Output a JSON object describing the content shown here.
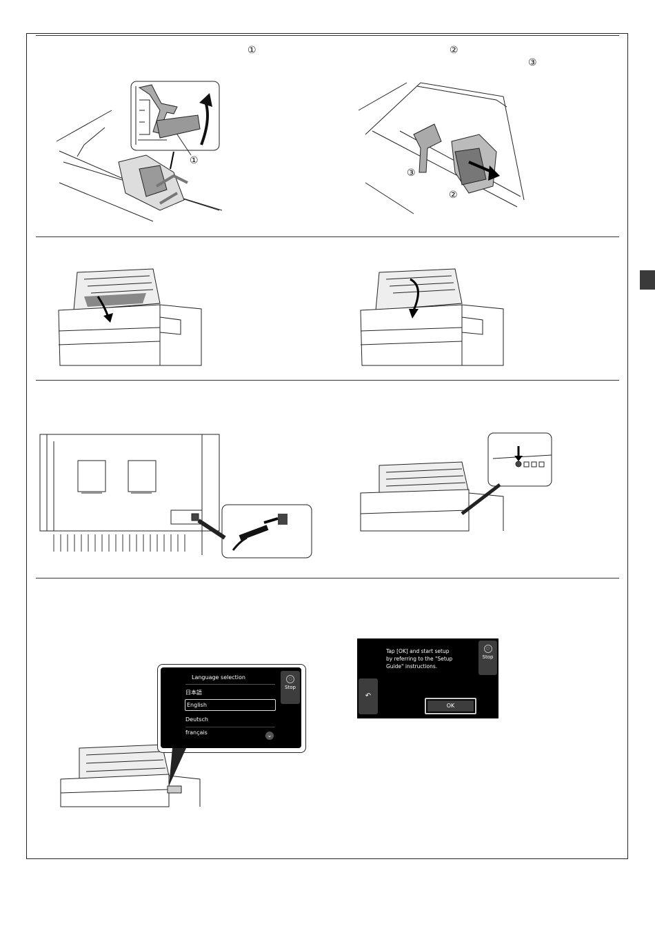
{
  "step_markers": {
    "top_left_circled": "①",
    "top_right_circled_2": "②",
    "top_right_circled_3": "③",
    "fig1_callout": "①",
    "fig2_callout_3": "③",
    "fig2_callout_2": "②"
  },
  "language_screen": {
    "title": "Language selection",
    "items": [
      "日本語",
      "English",
      "Deutsch",
      "français"
    ],
    "selected": "English",
    "stop_label": "Stop",
    "scroll_icon": "chevron-down-icon"
  },
  "setup_screen": {
    "message_lines": [
      "Tap [OK] and start setup",
      "by referring to the \"Setup",
      "Guide\" instructions."
    ],
    "stop_label": "Stop",
    "ok_label": "OK",
    "back_icon": "back-arrow-icon"
  }
}
